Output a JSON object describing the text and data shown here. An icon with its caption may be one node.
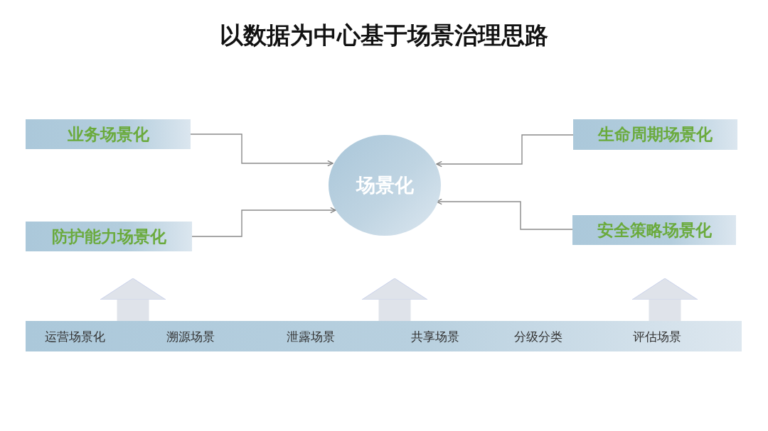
{
  "diagram": {
    "title": "以数据为中心基于场景治理思路",
    "nodes": [
      {
        "text": [
          "业务场景化"
        ]
      },
      {
        "text": [
          "防护能力场景化"
        ]
      },
      {
        "text": [
          "场景化"
        ]
      },
      {
        "text": [
          "生命周期场景化"
        ]
      },
      {
        "text": [
          "安全策略场景化"
        ]
      },
      {
        "text": [
          "运营场景化",
          "溯源场景",
          "泄露场景",
          "共享场景",
          "分级分类",
          "评估场景"
        ]
      }
    ],
    "edges": [
      {
        "from": 0,
        "to": 2,
        "arrow": "to"
      },
      {
        "from": 1,
        "to": 2,
        "arrow": "to"
      },
      {
        "from": 3,
        "to": 2,
        "arrow": "to"
      },
      {
        "from": 4,
        "to": 2,
        "arrow": "to"
      },
      {
        "from": 5,
        "to": 1,
        "arrow": "to",
        "style": "thick",
        "color": "#dfe3ea"
      },
      {
        "from": 5,
        "to": 2,
        "arrow": "to",
        "style": "thick",
        "color": "#dfe3ea"
      },
      {
        "from": 5,
        "to": 4,
        "arrow": "to",
        "style": "thick",
        "color": "#dfe3ea"
      }
    ]
  }
}
